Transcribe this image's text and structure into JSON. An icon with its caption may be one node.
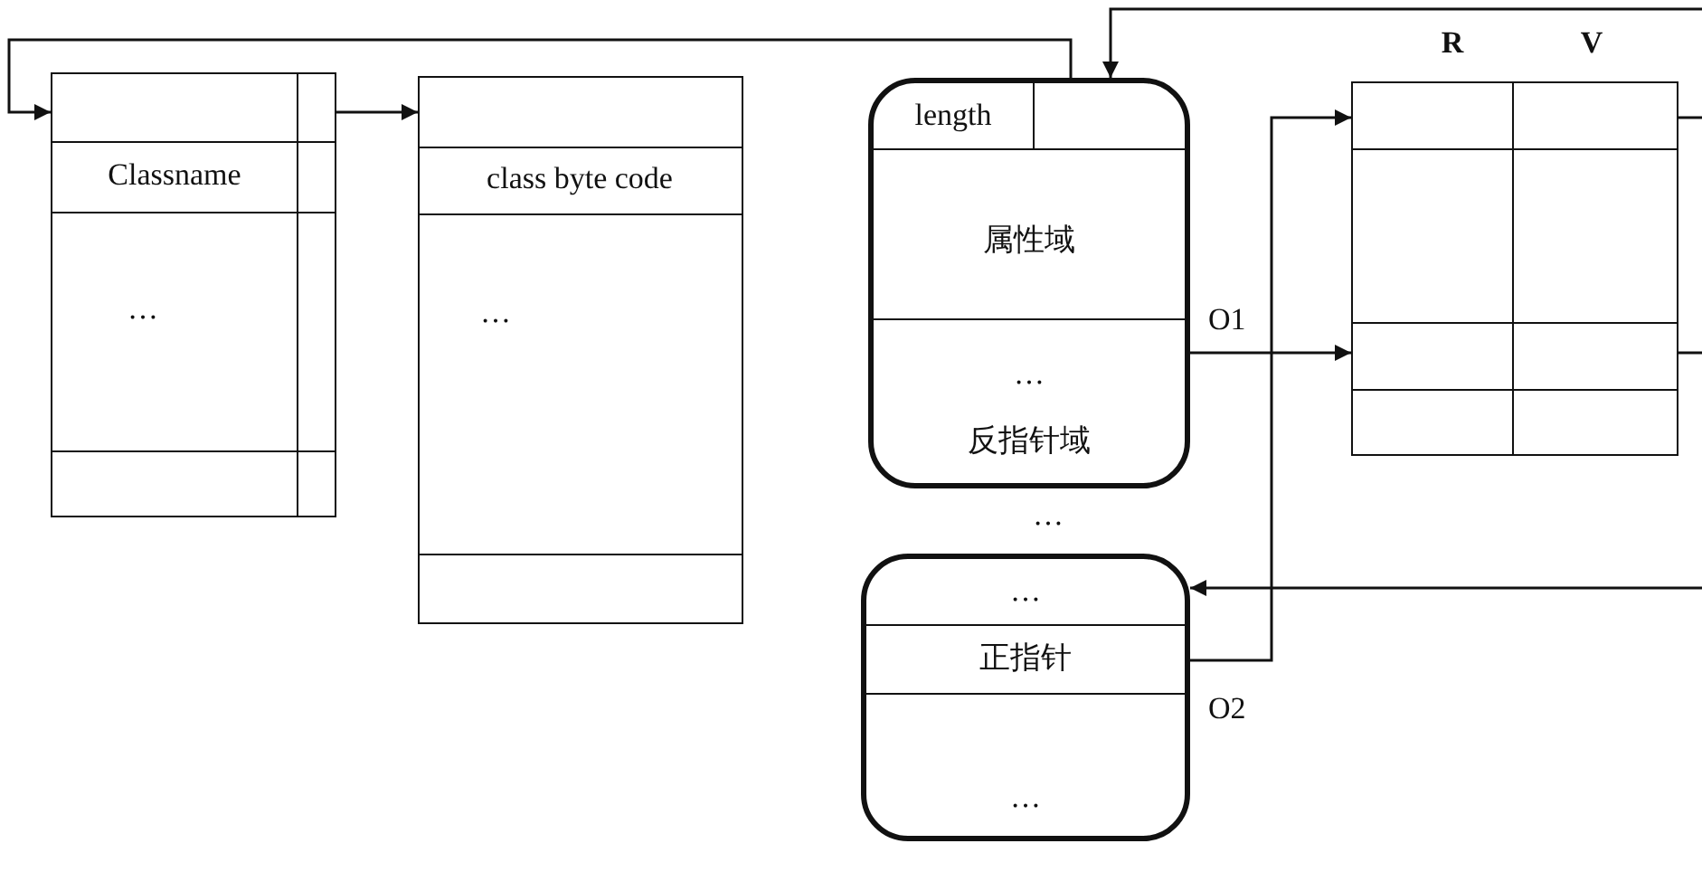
{
  "diagram": {
    "nodes": [
      {
        "text": [
          "Classname",
          "…"
        ]
      },
      {
        "text": [
          "class byte code",
          "…"
        ]
      },
      {
        "text": [
          "length",
          "属性域",
          "…",
          "反指针域"
        ],
        "beside": [
          "O1"
        ]
      },
      {
        "text": [
          "…",
          "正指针",
          "…"
        ],
        "beside": [
          "O2"
        ]
      },
      {
        "text": [
          "R",
          "V"
        ]
      }
    ],
    "edges": [
      {
        "from": 0,
        "to": 1,
        "arrow": "to"
      },
      {
        "from": 2,
        "to": 0,
        "arrow": "to"
      },
      {
        "from": 2,
        "to": 4,
        "arrow": "to"
      },
      {
        "from": 3,
        "to": 4,
        "arrow": "to"
      },
      {
        "from": 4,
        "to": null,
        "arrow": "none"
      },
      {
        "from": 4,
        "to": null,
        "arrow": "none"
      },
      {
        "from": null,
        "to": 2,
        "arrow": "to"
      },
      {
        "from": null,
        "to": 3,
        "arrow": "to"
      }
    ],
    "labels": [
      "…"
    ]
  }
}
